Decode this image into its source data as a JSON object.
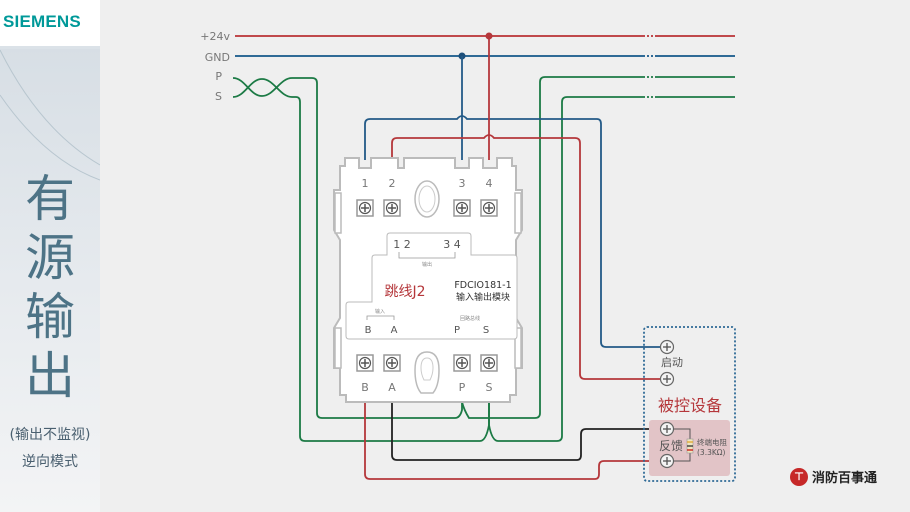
{
  "brand": {
    "logo": "SIEMENS",
    "footer_logo_text": "消防百事通",
    "footer_icon": "fire-hydrant-icon"
  },
  "sidebar": {
    "title_chars": [
      "有",
      "源",
      "输",
      "出"
    ],
    "subtitle_line1": "(输出不监视)",
    "subtitle_line2": "逆向模式"
  },
  "bus_lines": {
    "power": "+24v",
    "ground": "GND",
    "p": "P",
    "s": "S"
  },
  "module": {
    "top_terminals": [
      "1",
      "2",
      "3",
      "4"
    ],
    "bottom_terminals": [
      "B",
      "A",
      "P",
      "S"
    ],
    "jumper_pins_left": "1 2",
    "jumper_pins_right": "3 4",
    "jumper_group_label": "输出",
    "jumper_label": "跳线J2",
    "model": "FDCIO181-1",
    "model_desc": "输入输出模块",
    "input_group_label": "输入",
    "inner_left_labels": [
      "B",
      "A"
    ],
    "inner_right_labels": [
      "P",
      "S"
    ],
    "bus_group_label": "回路总线"
  },
  "device": {
    "title": "被控设备",
    "start_label": "启动",
    "feedback_label": "反馈",
    "resistor_label": "终端电阻",
    "resistor_value": "(3.3KΩ)"
  },
  "colors": {
    "red": "#b5373b",
    "blue": "#235a87",
    "green": "#1c7a45",
    "black": "#222222",
    "siemens_teal": "#009999",
    "title": "#4d7386"
  }
}
